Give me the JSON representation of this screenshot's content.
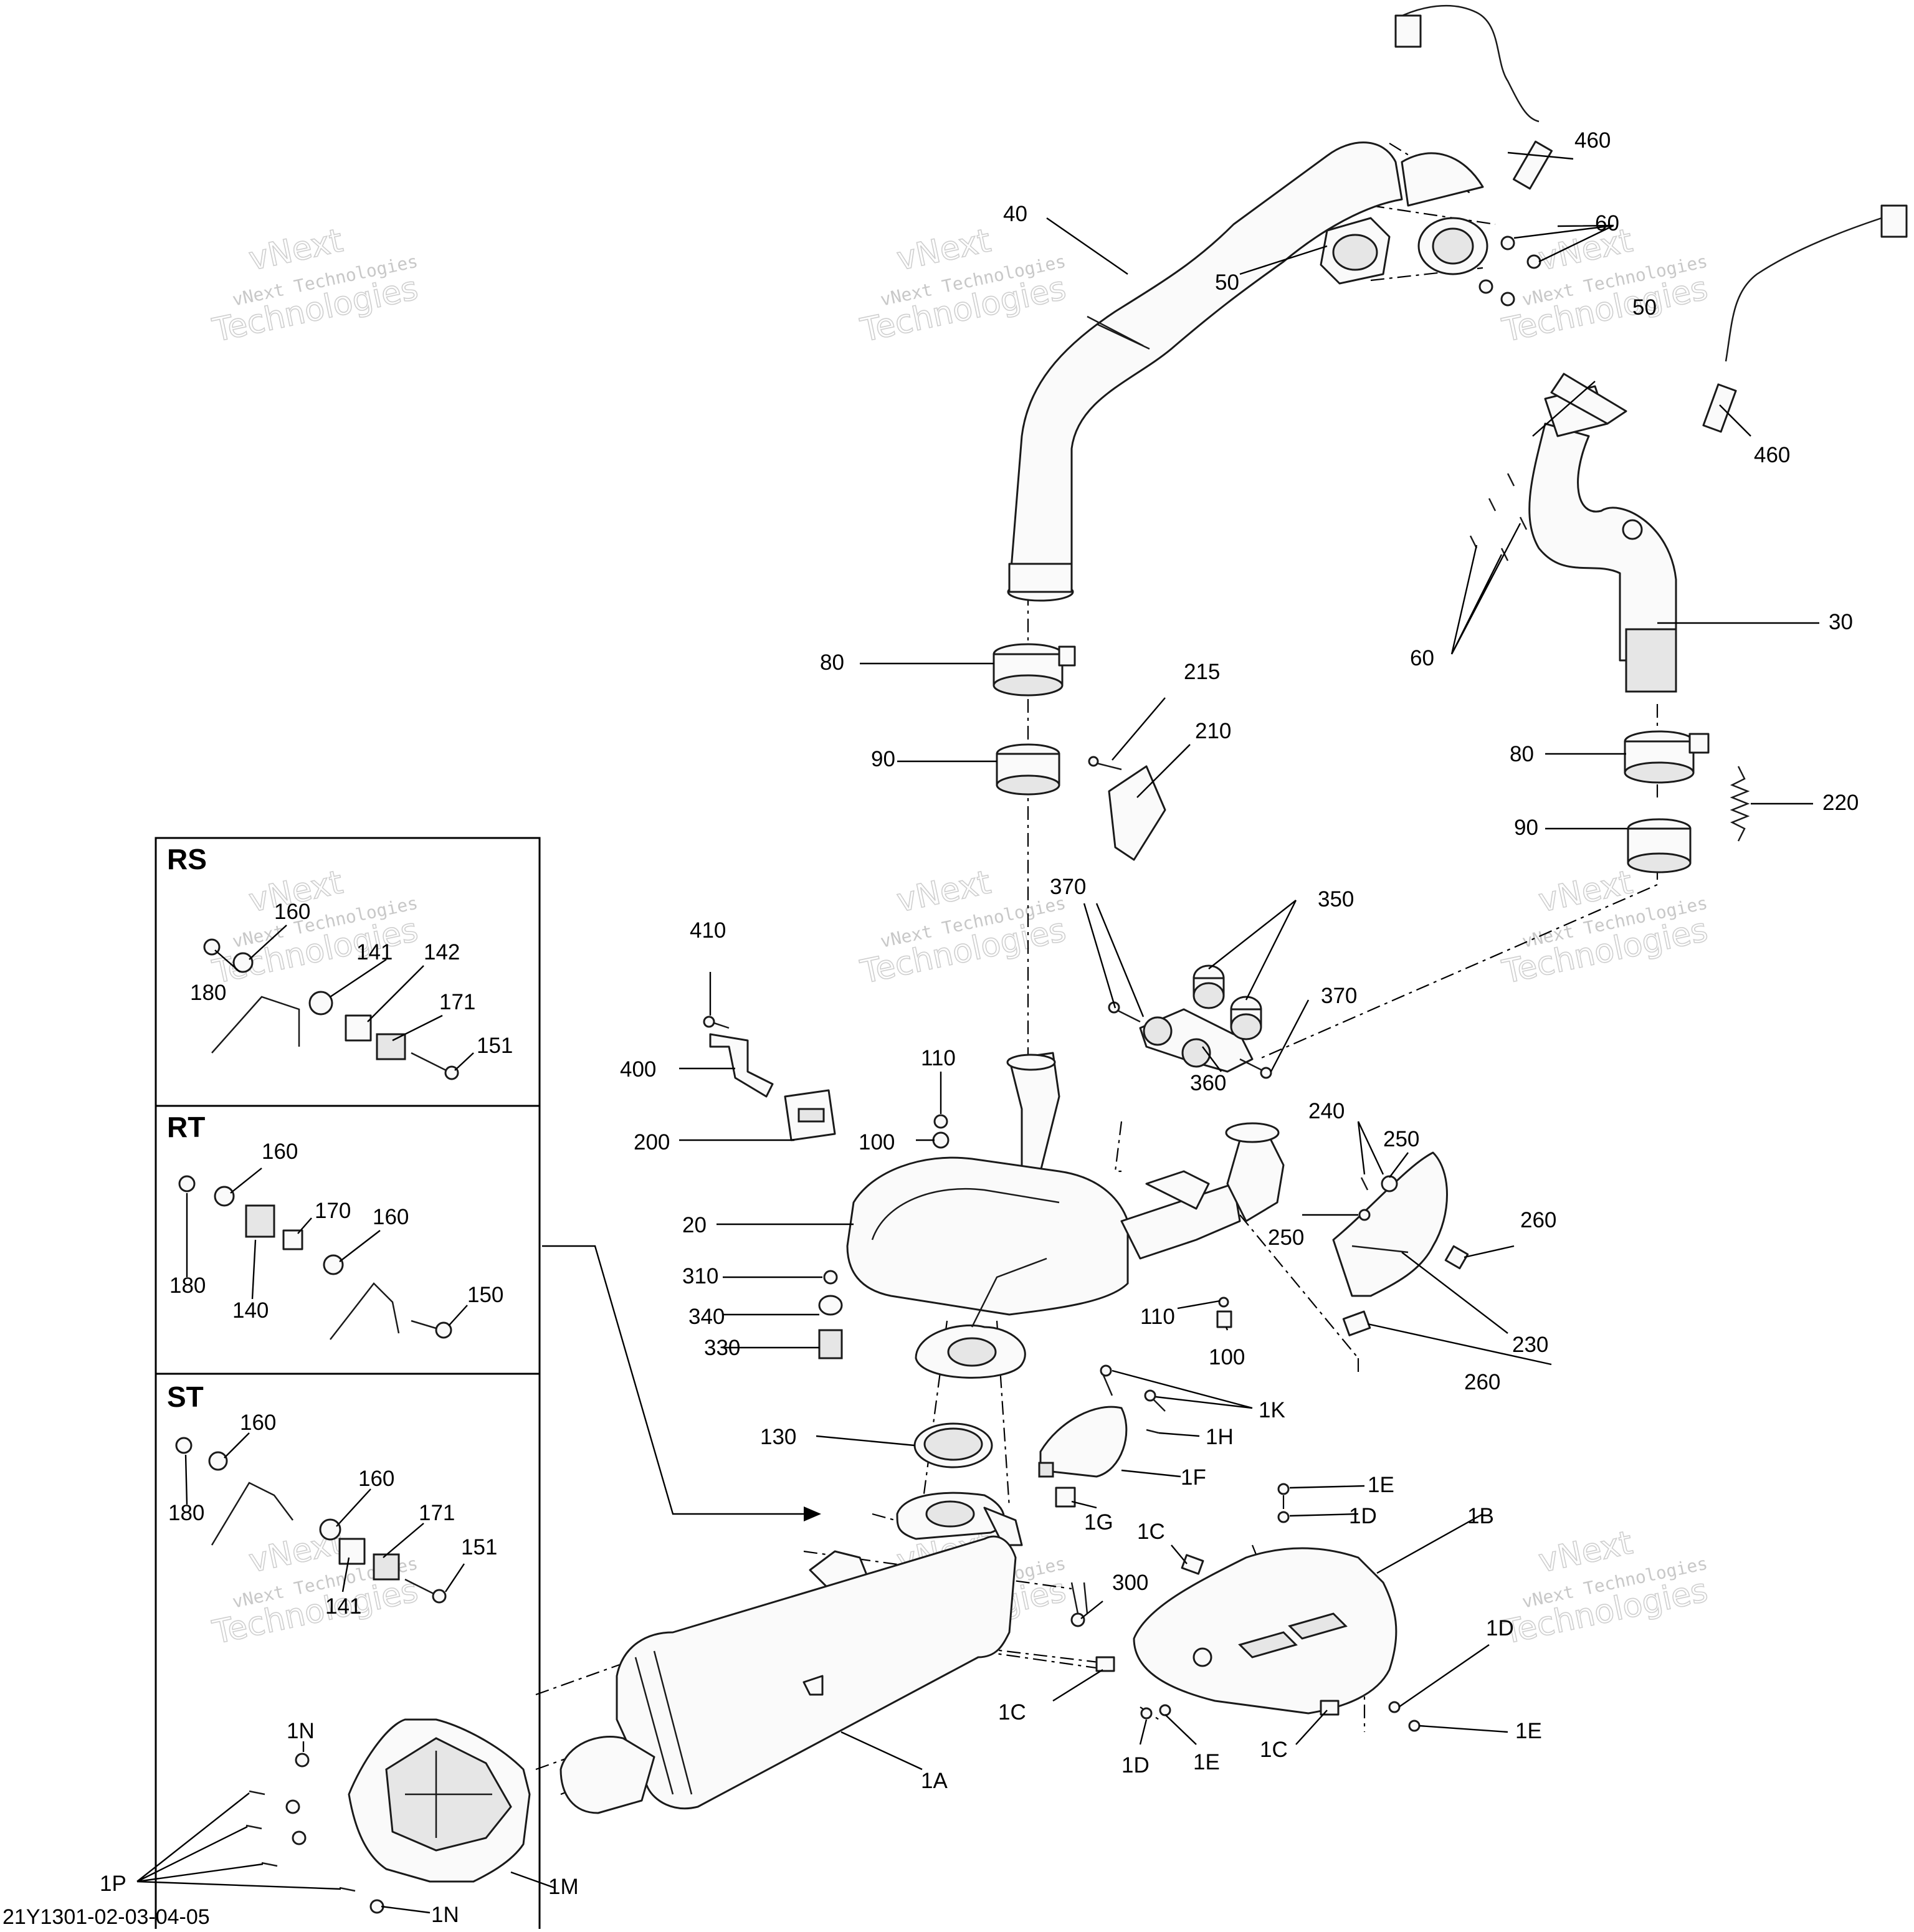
{
  "diagram": {
    "footer_code": "21Y1301-02-03-04-05",
    "watermark": {
      "line1": "vNext Technologies",
      "line2": "vNext",
      "line3": "Technologies"
    },
    "panels": [
      {
        "title": "RS",
        "callouts": [
          "160",
          "180",
          "141",
          "142",
          "171",
          "151"
        ]
      },
      {
        "title": "RT",
        "callouts": [
          "160",
          "180",
          "140",
          "170",
          "160",
          "150"
        ]
      },
      {
        "title": "ST",
        "callouts": [
          "160",
          "180",
          "160",
          "141",
          "171",
          "151"
        ]
      }
    ],
    "callouts": {
      "c460a": "460",
      "c460b": "460",
      "c40": "40",
      "c50a": "50",
      "c50b": "50",
      "c60a": "60",
      "c60b": "60",
      "c30": "30",
      "c80a": "80",
      "c90a": "90",
      "c80b": "80",
      "c90b": "90",
      "c215": "215",
      "c210": "210",
      "c220": "220",
      "c370a": "370",
      "c350": "350",
      "c370b": "370",
      "c360": "360",
      "c410": "410",
      "c400": "400",
      "c110a": "110",
      "c200": "200",
      "c100a": "100",
      "c20": "20",
      "c310": "310",
      "c340": "340",
      "c330": "330",
      "c110b": "110",
      "c100b": "100",
      "c240": "240",
      "c250a": "250",
      "c250b": "250",
      "c260a": "260",
      "c230": "230",
      "c260b": "260",
      "c130": "130",
      "c1K": "1K",
      "c1H": "1H",
      "c1F": "1F",
      "c1G": "1G",
      "c1E1": "1E",
      "c1D1": "1D",
      "c1C1": "1C",
      "c1B": "1B",
      "c300": "300",
      "c1D2": "1D",
      "c1E2": "1E",
      "c1C2": "1C",
      "c1C3": "1C",
      "c1D3": "1D",
      "c1E3": "1E",
      "c1A": "1A",
      "c1N1": "1N",
      "c1P": "1P",
      "c1M": "1M",
      "c1N2": "1N"
    }
  }
}
